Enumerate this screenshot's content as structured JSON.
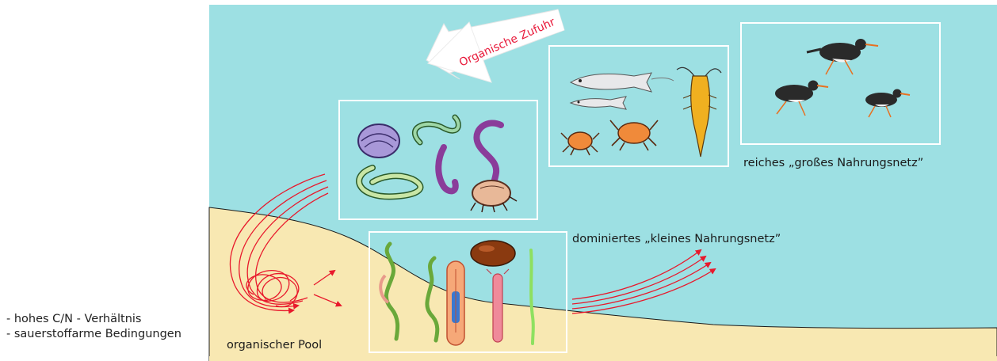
{
  "colors": {
    "water": "#9de0e3",
    "sediment": "#f8e8b2",
    "flux_arrow": "#e8192c",
    "box_border": "#ffffff"
  },
  "side_notes": [
    "- hohes C/N - Verhältnis",
    "- sauerstoffarme Bedingungen"
  ],
  "labels": {
    "organic_supply": "Organische Zufuhr",
    "big_food_web": "reiches „großes Nahrungsnetz”",
    "small_food_web": "dominiertes „kleines Nahrungsnetz”",
    "organic_pool": "organischer Pool"
  },
  "panels": [
    {
      "id": "macrofauna",
      "icons": [
        "clam-icon",
        "worm-icon",
        "worm-icon",
        "worm-icon",
        "amphipod-icon"
      ]
    },
    {
      "id": "fish-crabs",
      "icons": [
        "fish-icon",
        "fish-icon",
        "crab-icon",
        "crab-icon",
        "shrimp-icon"
      ]
    },
    {
      "id": "birds",
      "icons": [
        "bird-icon",
        "bird-icon",
        "bird-icon"
      ]
    },
    {
      "id": "meiofauna",
      "icons": [
        "nematode-icon",
        "nematode-icon",
        "oligochaete-icon",
        "pellet-icon",
        "polychaete-icon",
        "thin-worm-icon"
      ]
    }
  ]
}
